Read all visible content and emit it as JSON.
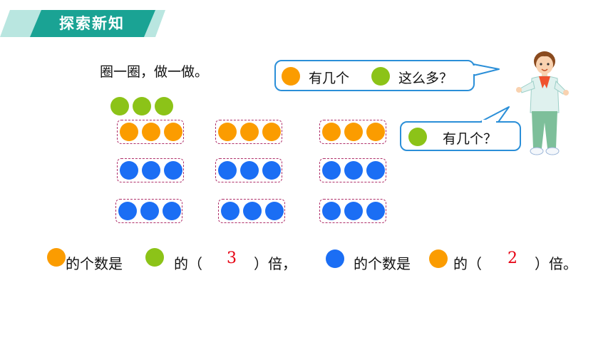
{
  "header": {
    "title": "探索新知"
  },
  "instruction": "圈一圈，做一做。",
  "bubble1": {
    "text_a": "有几个",
    "text_b": "这么多？"
  },
  "bubble2": {
    "text": "有几个？"
  },
  "sentence": {
    "part1": "的个数是",
    "part2": "的（",
    "answer1": "3",
    "part3": "）倍，",
    "part4": "的个数是",
    "part5": "的（",
    "answer2": "2",
    "part6": "）倍。"
  },
  "colors": {
    "green": "#8cc318",
    "orange": "#fb9c00",
    "blue": "#1b6ef4",
    "teal": "#1aa394"
  }
}
